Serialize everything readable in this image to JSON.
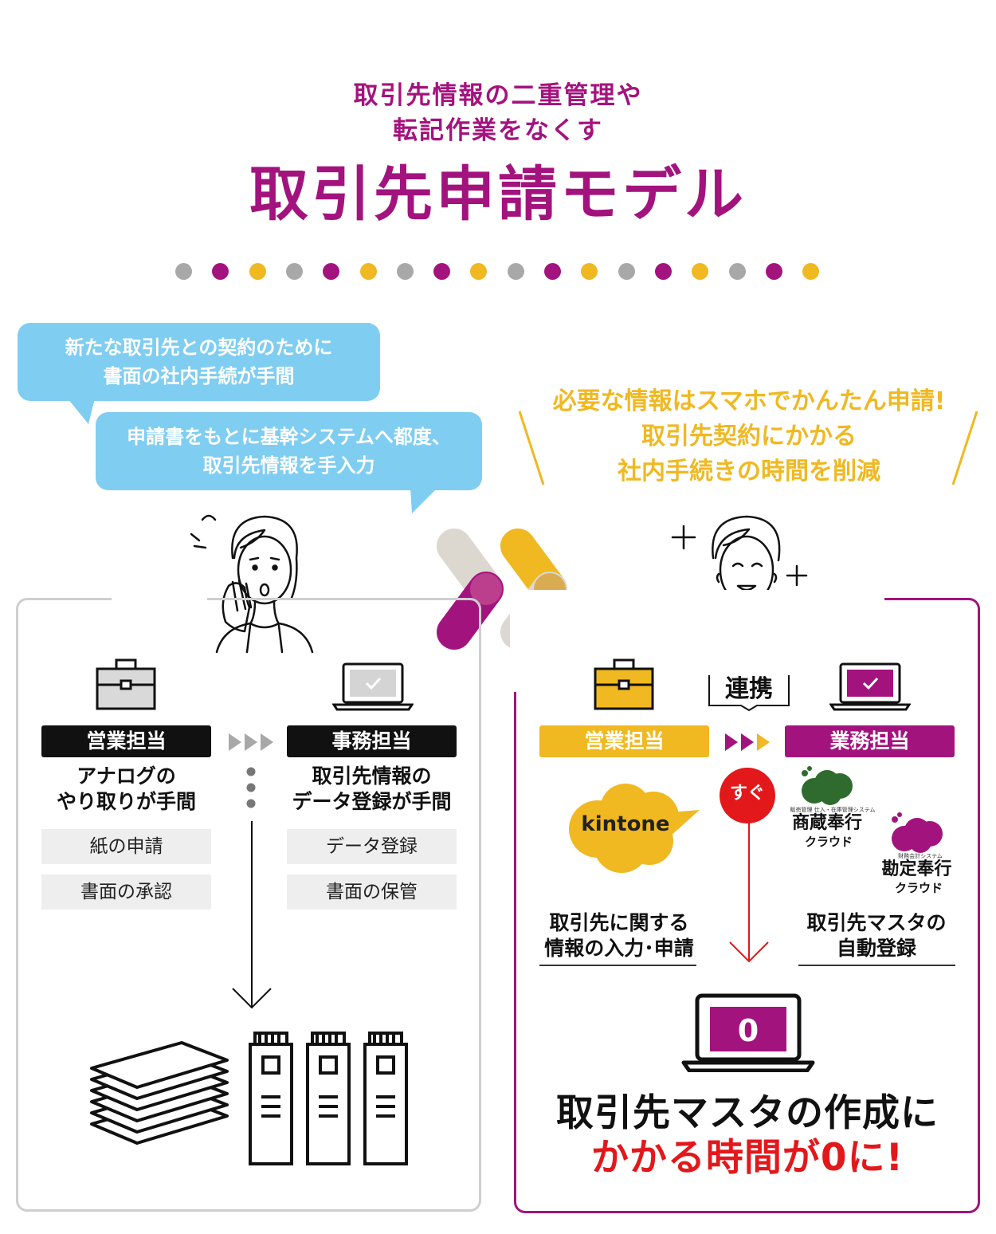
{
  "header": {
    "subtitle_line1": "取引先情報の二重管理や",
    "subtitle_line2": "転記作業をなくす",
    "title": "取引先申請モデル"
  },
  "colors": {
    "purple": "#a3137e",
    "yellow": "#f0b821",
    "gray": "#a8a8a8",
    "blue_bubble": "#7fcdf1",
    "red": "#e2181b"
  },
  "dots": [
    "gray",
    "purple",
    "yellow",
    "gray",
    "purple",
    "yellow",
    "gray",
    "purple",
    "yellow",
    "gray",
    "purple",
    "yellow",
    "gray",
    "purple",
    "yellow",
    "gray",
    "purple",
    "yellow"
  ],
  "before": {
    "bubble1_line1": "新たな取引先との契約のために",
    "bubble1_line2": "書面の社内手続が手間",
    "bubble2_line1": "申請書をもとに基幹システムへ都度、",
    "bubble2_line2": "取引先情報を手入力",
    "sales_label": "営業担当",
    "office_label": "事務担当",
    "sales_desc_line1": "アナログの",
    "sales_desc_line2": "やり取りが手間",
    "office_desc_line1": "取引先情報の",
    "office_desc_line2": "データ登録が手間",
    "sales_tasks": [
      "紙の申請",
      "書面の承認"
    ],
    "office_tasks": [
      "データ登録",
      "書面の保管"
    ]
  },
  "after": {
    "callout_line1": "必要な情報はスマホでかんたん申請!",
    "callout_line2": "取引先契約にかかる",
    "callout_line3": "社内手続きの時間を削減",
    "link_label": "連携",
    "sales_label": "営業担当",
    "business_label": "業務担当",
    "kintone_logo": "kintone",
    "sugu_badge": "すぐ",
    "logo1_small": "販売管理 仕入・在庫管理システム",
    "logo1_name": "商蔵奉行",
    "logo1_cloud": "クラウド",
    "logo2_small": "財務会計システム",
    "logo2_name": "勘定奉行",
    "logo2_cloud": "クラウド",
    "left_desc_line1": "取引先に関する",
    "left_desc_line2": "情報の入力･申請",
    "right_desc_line1": "取引先マスタの",
    "right_desc_line2": "自動登録",
    "screen_value": "0",
    "result_line1": "取引先マスタの作成に",
    "result_line2": "かかる時間が0に!"
  }
}
